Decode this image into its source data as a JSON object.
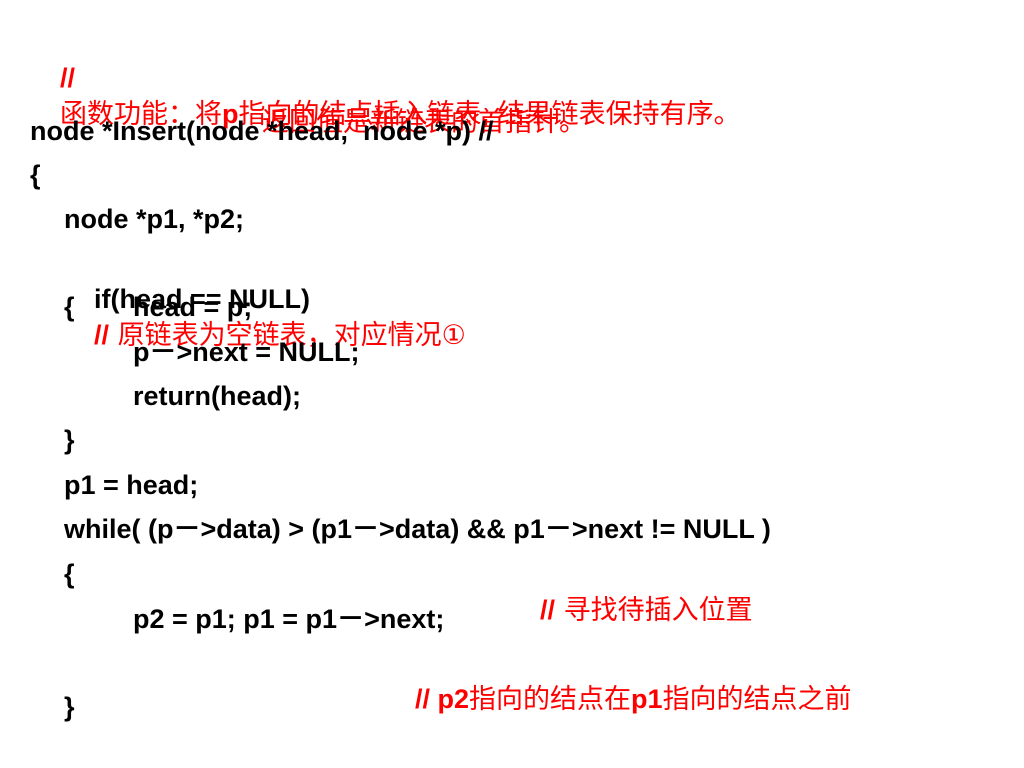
{
  "slide": {
    "comment_header": {
      "prefix": "//",
      "text_1": "函数功能：将",
      "p": "p",
      "text_2": "指向的结点插入链表",
      "comma": ",",
      "text_3": " 结果链表保持有序。",
      "line2": "返回值是新链表的首指针。"
    },
    "code_lines": {
      "signature": "node *Insert(node *head,  node *p) //",
      "open_brace": "{",
      "decl": "node *p1, *p2;",
      "if_stmt": "if(head == NULL)",
      "if_comment_prefix": "//",
      "if_comment_text": " 原链表为空链表，对应情况①",
      "if_open_brace": "{",
      "assign_head": "head = p;",
      "set_next_null": "p－>next = NULL;",
      "return_head": "return(head);",
      "if_close_brace": "}",
      "p1_head": "p1 = head;",
      "while_stmt": "while( (p－>data) > (p1－>data) && p1－>next != NULL )",
      "while_open_brace": "{",
      "while_comment_prefix": "//",
      "while_comment_text": " 寻找待插入位置",
      "advance": "p2 = p1; p1 = p1－>next;",
      "p2_comment_prefix": "//",
      "p2_comment_p2": " p2",
      "p2_comment_text_1": "指向的结点在",
      "p2_comment_p1": "p1",
      "p2_comment_text_2": "指向的结点之前",
      "while_close_brace": "}"
    },
    "colors": {
      "comment": "#ff0000",
      "code": "#000000",
      "background": "#ffffff"
    }
  }
}
